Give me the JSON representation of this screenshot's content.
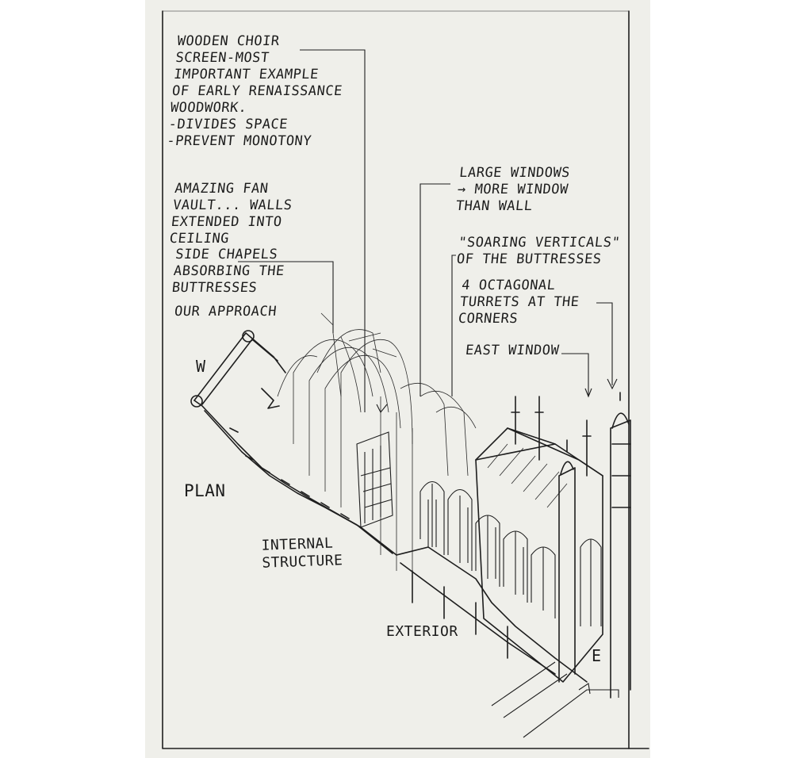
{
  "notes": {
    "choir_screen": [
      "WOODEN CHOIR",
      "SCREEN-MOST",
      "IMPORTANT EXAMPLE",
      "OF EARLY RENAISSANCE",
      "WOODWORK.",
      "-DIVIDES SPACE",
      "-PREVENT MONOTONY"
    ],
    "fan_vault": [
      "AMAZING FAN",
      "VAULT... WALLS",
      "EXTENDED INTO",
      "CEILING"
    ],
    "side_chapels": [
      "SIDE CHAPELS",
      "ABSORBING THE",
      "BUTTRESSES"
    ],
    "approach": "OUR APPROACH",
    "large_windows": [
      "LARGE WINDOWS",
      "→ MORE WINDOW",
      "THAN WALL"
    ],
    "soaring_verticals": [
      "\"SOARING VERTICALS\"",
      "OF THE BUTTRESSES"
    ],
    "turrets": [
      "4 OCTAGONAL",
      "TURRETS AT THE",
      "CORNERS"
    ],
    "east_window": "EAST WINDOW"
  },
  "labels": {
    "west": "W",
    "east": "E",
    "plan": "PLAN",
    "internal_structure": [
      "INTERNAL",
      "STRUCTURE"
    ],
    "exterior": "EXTERIOR"
  },
  "colors": {
    "paper": "#efefea",
    "ink": "#1e1e1e",
    "background": "#ffffff"
  }
}
